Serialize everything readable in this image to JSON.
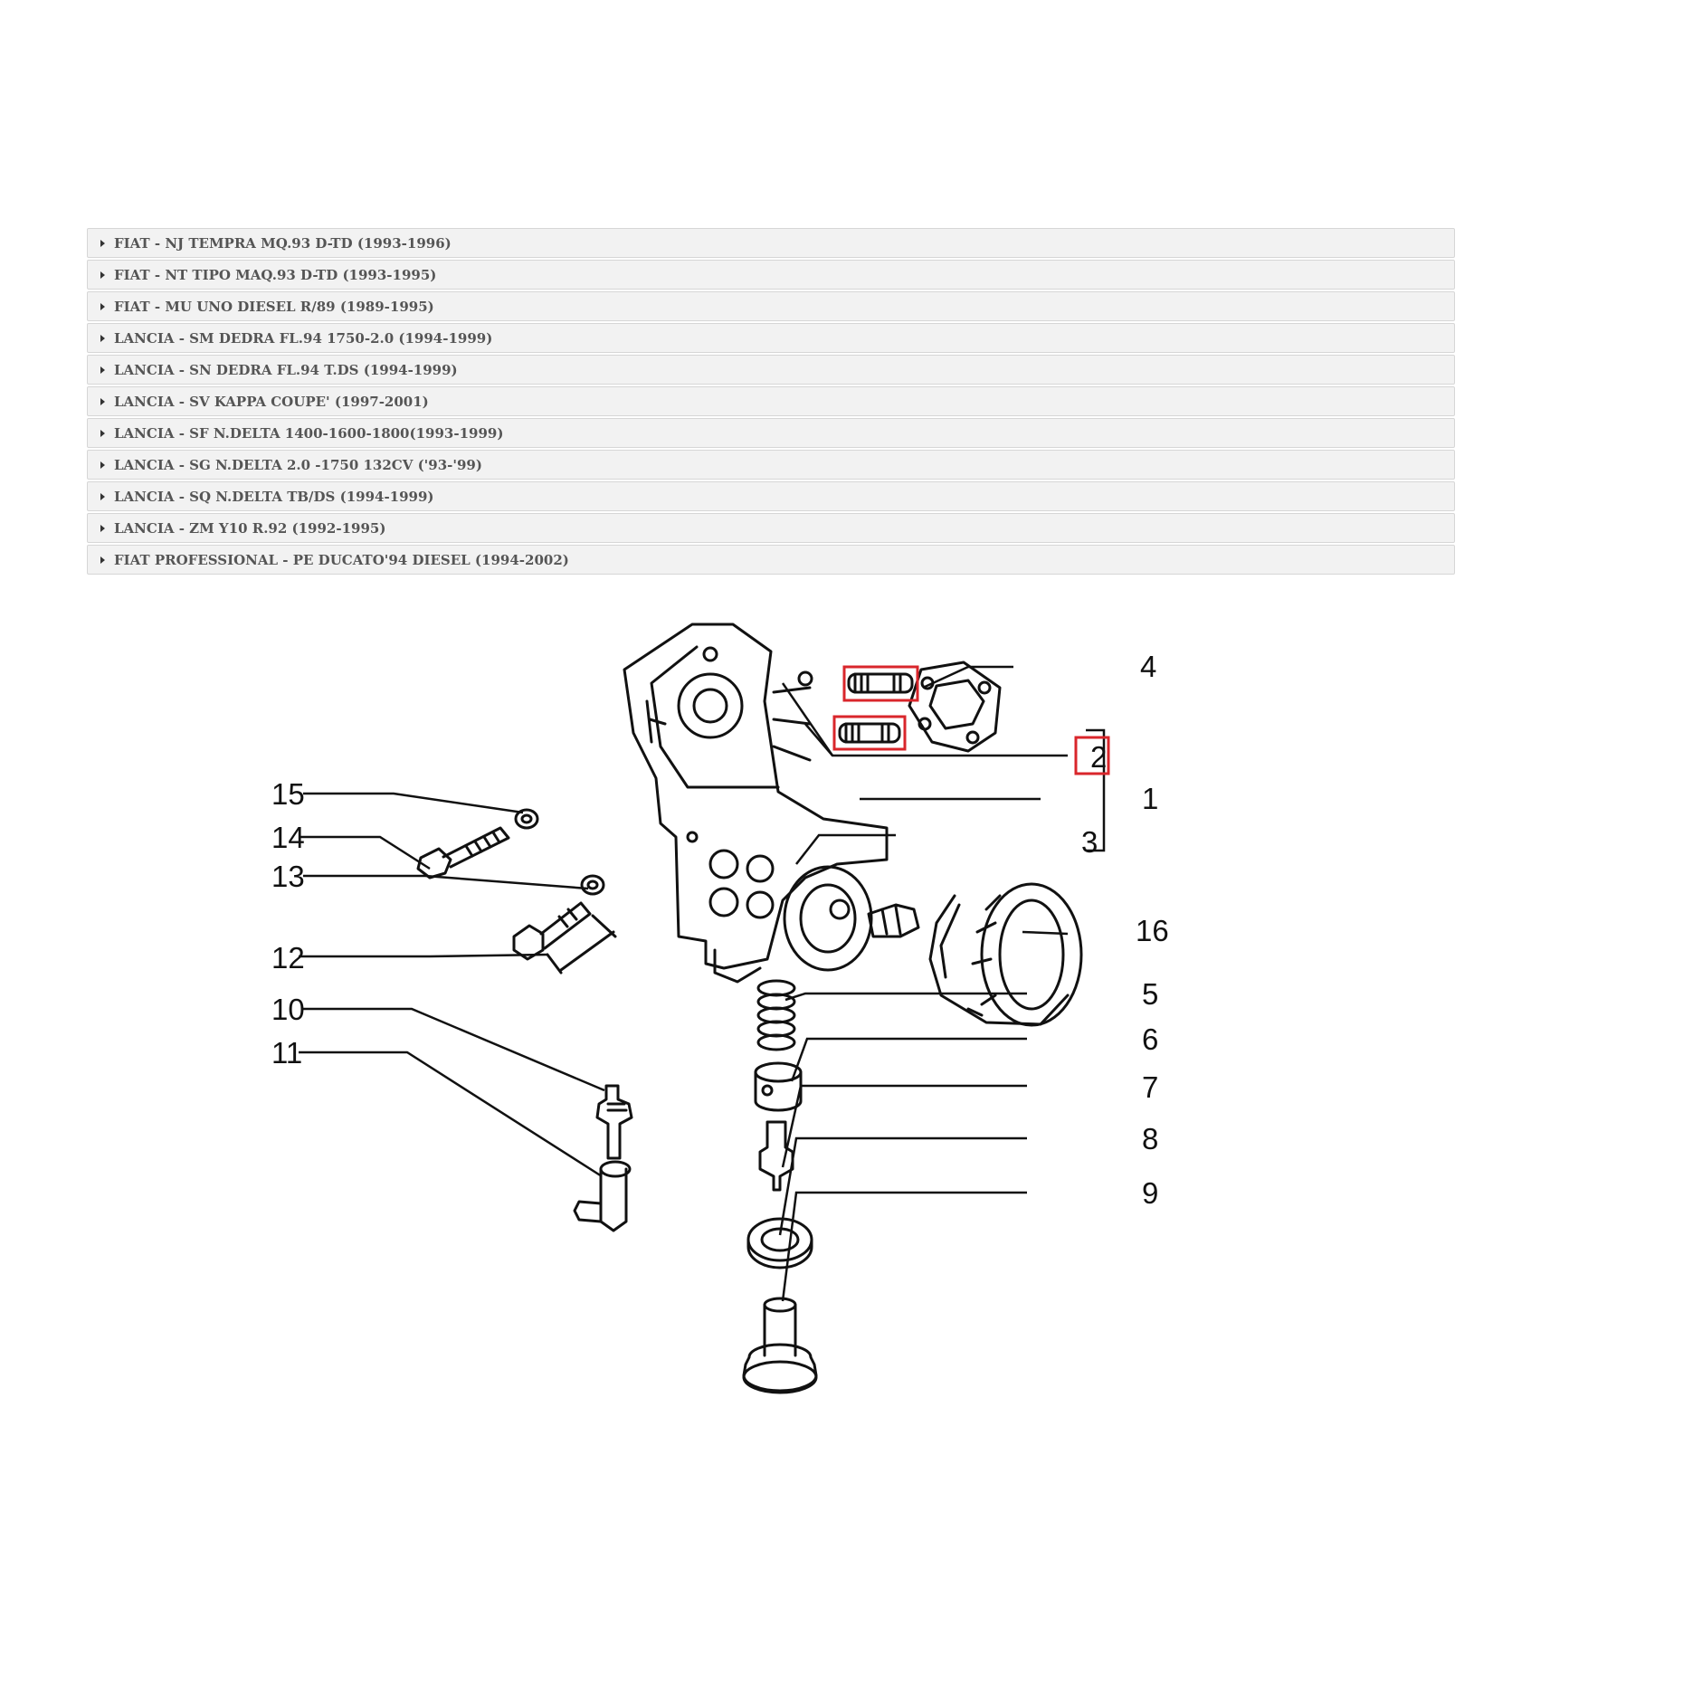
{
  "vehicles": [
    {
      "label": "FIAT - NJ TEMPRA MQ.93 D-TD (1993-1996)"
    },
    {
      "label": "FIAT - NT TIPO MAQ.93 D-TD (1993-1995)"
    },
    {
      "label": "FIAT - MU UNO DIESEL R/89 (1989-1995)"
    },
    {
      "label": "LANCIA - SM DEDRA FL.94 1750-2.0 (1994-1999)"
    },
    {
      "label": "LANCIA - SN DEDRA FL.94 T.DS (1994-1999)"
    },
    {
      "label": "LANCIA - SV KAPPA COUPE' (1997-2001)"
    },
    {
      "label": "LANCIA - SF N.DELTA 1400-1600-1800(1993-1999)"
    },
    {
      "label": "LANCIA - SG N.DELTA 2.0 -1750 132CV ('93-'99)"
    },
    {
      "label": "LANCIA - SQ N.DELTA TB/DS (1994-1999)"
    },
    {
      "label": "LANCIA - ZM Y10 R.92 (1992-1995)"
    },
    {
      "label": "FIAT PROFESSIONAL - PE DUCATO'94 DIESEL (1994-2002)"
    }
  ],
  "diagram": {
    "highlight_color": "#d9262b",
    "callouts": {
      "c1": "1",
      "c2": "2",
      "c3": "3",
      "c4": "4",
      "c5": "5",
      "c6": "6",
      "c7": "7",
      "c8": "8",
      "c9": "9",
      "c10": "10",
      "c11": "11",
      "c12": "12",
      "c13": "13",
      "c14": "14",
      "c15": "15",
      "c16": "16"
    }
  }
}
